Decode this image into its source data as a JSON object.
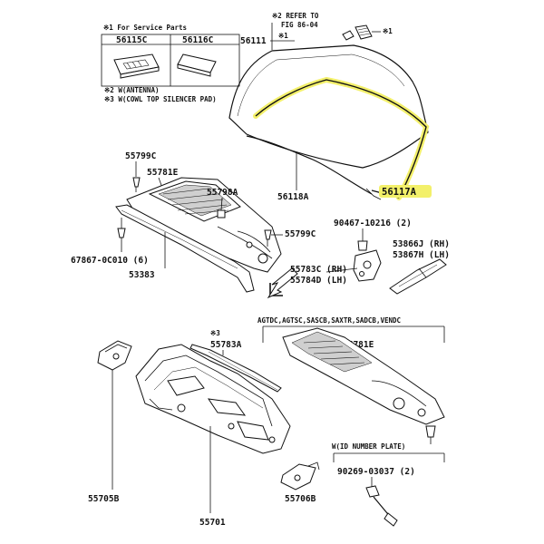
{
  "colors": {
    "highlight": "#f3f06a",
    "ink": "#111111",
    "background": "#ffffff"
  },
  "service_box": {
    "note": "※1 For Service Parts",
    "part_left": "56115C",
    "part_right": "56116C"
  },
  "notes": {
    "antenna": "※2 W(ANTENNA)",
    "silencer": "※3 W(COWL TOP SILENCER PAD)",
    "refer_line1": "※2 REFER TO",
    "refer_line2": "FIG 86-04",
    "mark1": "※1",
    "mark1_small": "※1",
    "mark3": "※3",
    "models": "AGTDC,AGTSC,SASCB,SAXTR,SADCB,VENDC",
    "id_plate": "W(ID NUMBER PLATE)"
  },
  "parts": {
    "p56111": "56111",
    "p56118A": "56118A",
    "p56117A": "56117A",
    "p55799C_top": "55799C",
    "p55781E_top": "55781E",
    "p55798A": "55798A",
    "p55799C_mid": "55799C",
    "p90467": "90467-10216 (2)",
    "p53866J": "53866J (RH)",
    "p53867H": "53867H (LH)",
    "p67867": "67867-0C010 (6)",
    "p53383": "53383",
    "p55783C": "55783C (RH)",
    "p55784D": "55784D (LH)",
    "p55783A": "55783A",
    "p55781E_bot": "55781E",
    "p55705B": "55705B",
    "p55706B": "55706B",
    "p55701": "55701",
    "p90269": "90269-03037 (2)"
  }
}
